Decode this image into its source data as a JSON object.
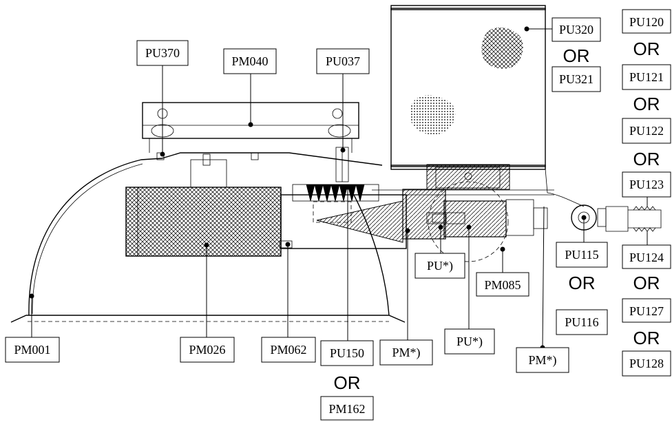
{
  "labels": {
    "pu370": "PU370",
    "pm040": "PM040",
    "pu037": "PU037",
    "pu320": "PU320",
    "or_320": "OR",
    "pu321": "PU321",
    "pu120": "PU120",
    "or_120": "OR",
    "pu121": "PU121",
    "or_121": "OR",
    "pu122": "PU122",
    "or_122": "OR",
    "pu123": "PU123",
    "pu124": "PU124",
    "or_124": "OR",
    "pu127": "PU127",
    "or_127": "OR",
    "pu128": "PU128",
    "pu115": "PU115",
    "or_115": "OR",
    "pu116": "PU116",
    "pu_star_1": "PU*)",
    "pm085": "PM085",
    "pu_star_2": "PU*)",
    "pm_star_1": "PM*)",
    "pm_star_2": "PM*)",
    "pm001": "PM001",
    "pm026": "PM026",
    "pm062": "PM062",
    "pu150": "PU150",
    "or_150": "OR",
    "pm162": "PM162"
  },
  "colors": {
    "line": "#000000",
    "background": "#ffffff"
  }
}
